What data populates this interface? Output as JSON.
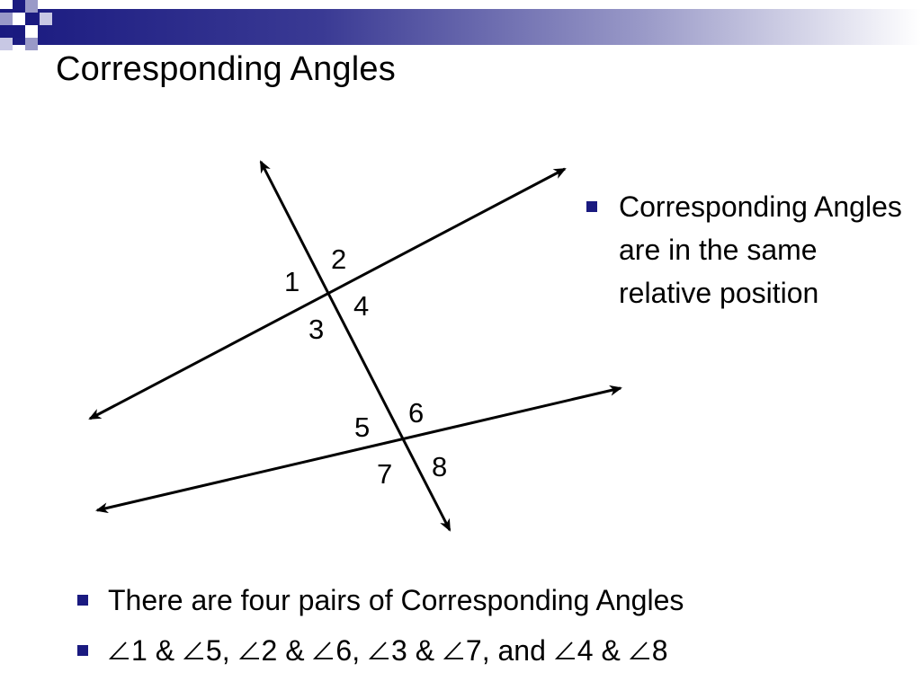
{
  "slide": {
    "title": "Corresponding Angles",
    "side_bullet": "Corresponding Angles are in the same relative position",
    "bottom_bullets": {
      "b1": "There are four pairs of Corresponding Angles"
    },
    "pairs_text": {
      "a1": "1 & ",
      "a5": "5, ",
      "a2": "2 & ",
      "a6": "6, ",
      "a3": "3 & ",
      "a7": "7, and ",
      "a4": "4 & ",
      "a8": "8"
    }
  },
  "diagram": {
    "angle_labels": {
      "l1": "1",
      "l2": "2",
      "l3": "3",
      "l4": "4",
      "l5": "5",
      "l6": "6",
      "l7": "7",
      "l8": "8"
    }
  },
  "colors": {
    "accent": "#1a1a80",
    "line": "#000000"
  },
  "icons": {
    "bullet": "square-bullet-icon",
    "angle": "angle-symbol-icon",
    "arrow": "arrowhead-icon"
  }
}
